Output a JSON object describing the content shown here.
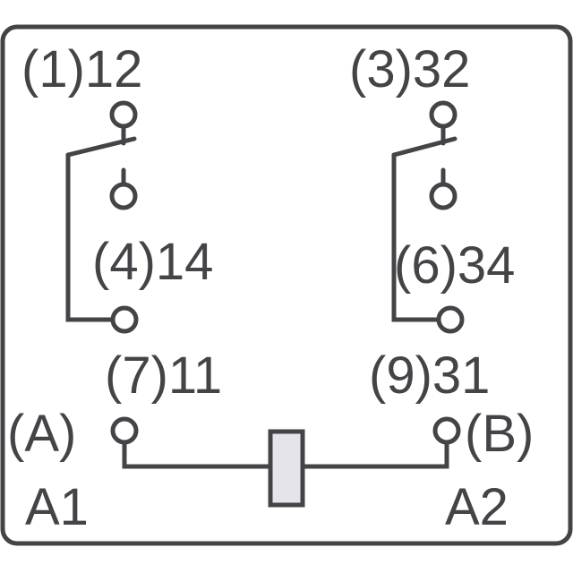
{
  "diagram": {
    "labels": {
      "pin_1_12": "(1)12",
      "pin_3_32": "(3)32",
      "pin_4_14": "(4)14",
      "pin_6_34": "(6)34",
      "pin_7_11": "(7)11",
      "pin_9_31": "(9)31",
      "pin_a": "(A)",
      "pin_b": "(B)",
      "coil_a1": "A1",
      "coil_a2": "A2"
    },
    "colors": {
      "line": "#444448",
      "coil_fill": "#e4e4ea",
      "background": "#ffffff"
    }
  }
}
